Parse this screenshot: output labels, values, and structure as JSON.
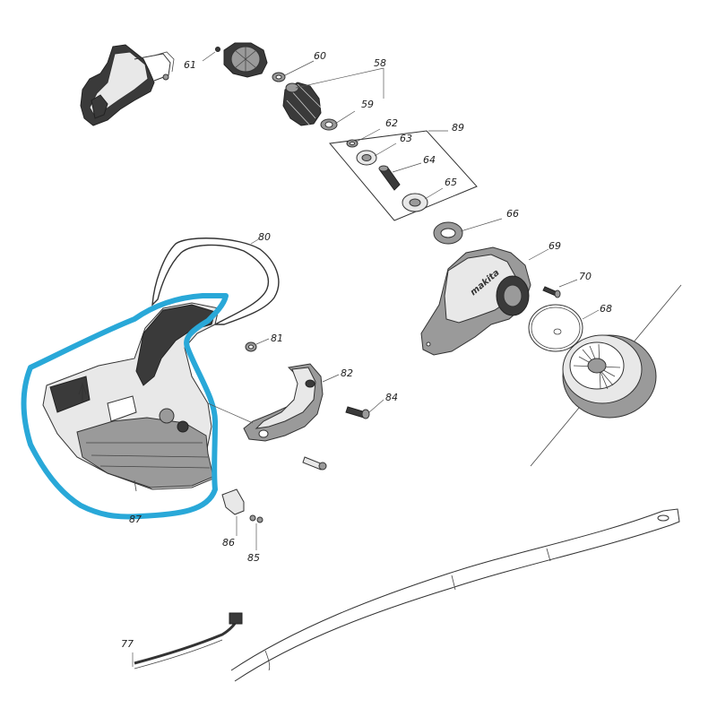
{
  "highlight_color": "#29a8d8",
  "parts": {
    "p58": "58",
    "p59": "59",
    "p60": "60",
    "p61": "61",
    "p62": "62",
    "p63": "63",
    "p64": "64",
    "p65": "65",
    "p66": "66",
    "p68": "68",
    "p69": "69",
    "p70": "70",
    "p77": "77",
    "p80": "80",
    "p81": "81",
    "p82": "82",
    "p84": "84",
    "p85": "85",
    "p86": "86",
    "p87": "87",
    "p89": "89"
  },
  "logo_text": "makita"
}
